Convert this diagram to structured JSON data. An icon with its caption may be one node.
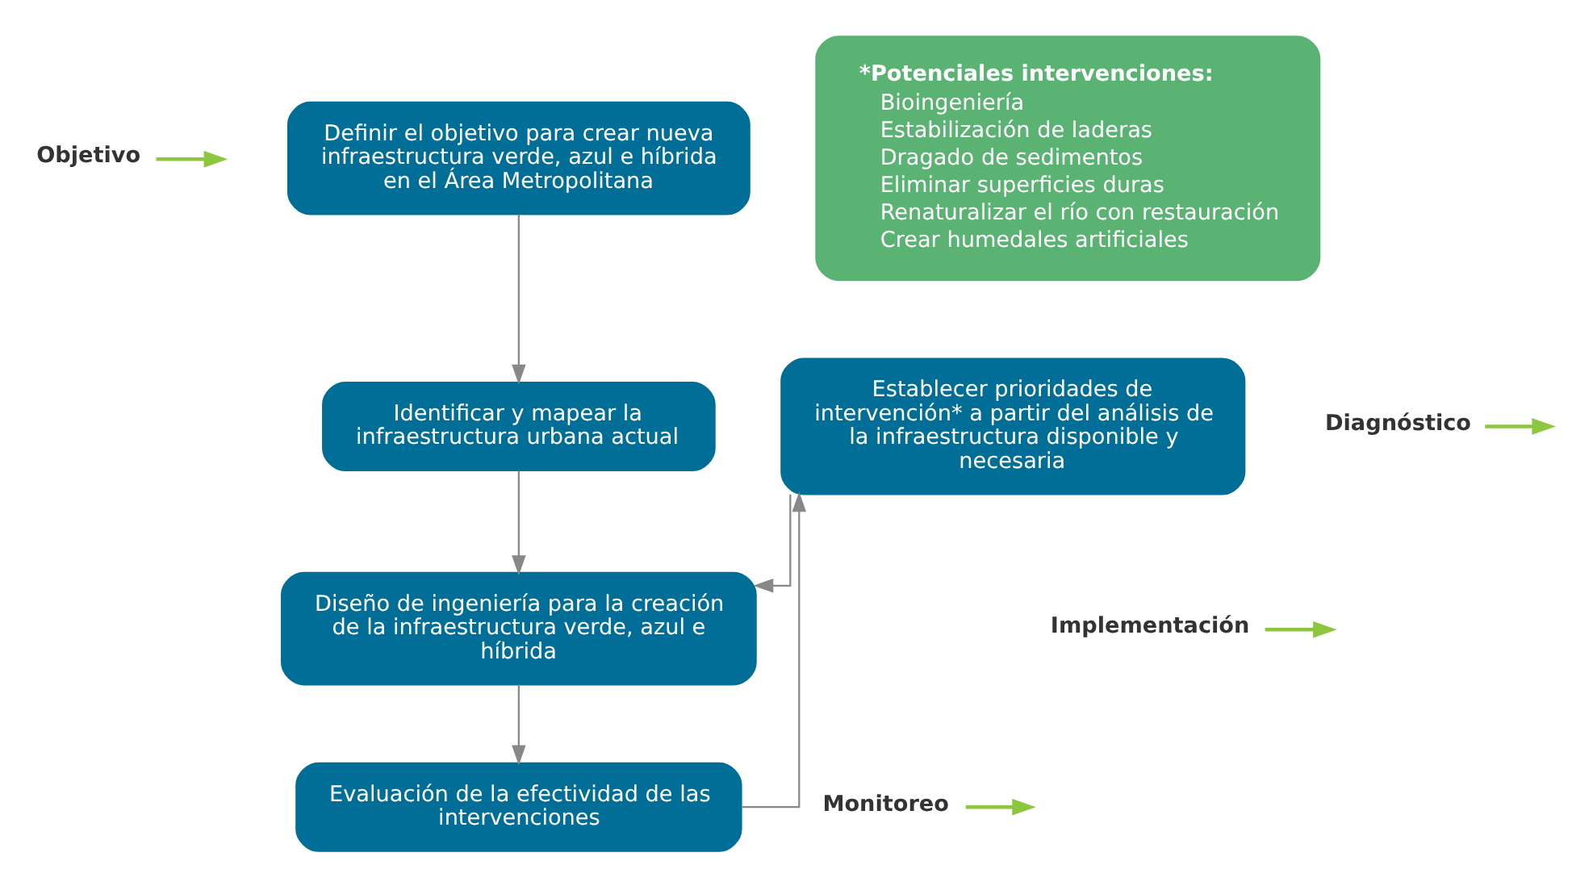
{
  "diagram": {
    "nodes": [
      {
        "text": [
          "Objetivo"
        ]
      },
      {
        "text": [
          "Definir el objetivo para crear nueva infraestructura verde, azul e híbrida en el Área Metropolitana"
        ]
      },
      {
        "text": [
          "Diagnóstico"
        ]
      },
      {
        "text": [
          "Identificar y mapear la infraestructura urbana actual"
        ]
      },
      {
        "text": [
          "Implementación"
        ]
      },
      {
        "text": [
          "Diseño de ingeniería para la creación de la infraestructura verde, azul e híbrida"
        ]
      },
      {
        "text": [
          "Monitoreo"
        ]
      },
      {
        "text": [
          "Evaluación de la efectividad de las intervenciones"
        ]
      },
      {
        "text": [
          "Establecer prioridades de intervención* a partir del análisis de la infraestructura disponible y necesaria"
        ]
      },
      {
        "text": [
          "*Potenciales intervenciones:",
          "Bioingeniería",
          "Estabilización de laderas",
          "Dragado de sedimentos",
          "Eliminar superficies duras",
          "Renaturalizar el río con restauración",
          "Crear humedales artificiales"
        ]
      }
    ],
    "edges": [
      {
        "from": 0,
        "to": null,
        "arrow": "to",
        "color": "#8dc63f"
      },
      {
        "from": 2,
        "to": null,
        "arrow": "to",
        "color": "#8dc63f"
      },
      {
        "from": 4,
        "to": null,
        "arrow": "to",
        "color": "#8dc63f"
      },
      {
        "from": 6,
        "to": null,
        "arrow": "to",
        "color": "#8dc63f"
      },
      {
        "from": 1,
        "to": 3,
        "arrow": "to"
      },
      {
        "from": 3,
        "to": 5,
        "arrow": "to"
      },
      {
        "from": 5,
        "to": 7,
        "arrow": "to"
      },
      {
        "from": 7,
        "to": 8,
        "arrow": "to"
      },
      {
        "from": 8,
        "to": 5,
        "arrow": "to"
      }
    ]
  }
}
